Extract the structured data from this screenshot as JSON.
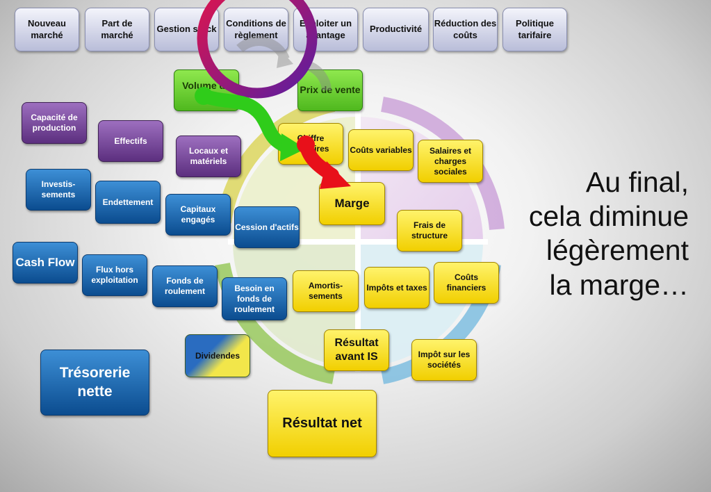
{
  "top_tabs": [
    {
      "label": "Nouveau marché"
    },
    {
      "label": "Part de marché"
    },
    {
      "label": "Gestion stock"
    },
    {
      "label": "Conditions de règlement"
    },
    {
      "label": "Exploiter un avantage"
    },
    {
      "label": "Productivité"
    },
    {
      "label": "Réduction des coûts"
    },
    {
      "label": "Politique tarifaire"
    }
  ],
  "green_boxes": {
    "volume": "Volume de",
    "prix": "Prix de vente"
  },
  "purple_boxes": {
    "capacite": "Capacité de production",
    "effectifs": "Effectifs",
    "locaux": "Locaux et matériels"
  },
  "blue_boxes": {
    "investissements": "Investis-sements",
    "endettement": "Endettement",
    "capitaux": "Capitaux engagés",
    "cession": "Cession d'actifs",
    "cash_flow": "Cash Flow",
    "flux": "Flux hors exploitation",
    "fonds": "Fonds de roulement",
    "besoin": "Besoin en fonds de roulement",
    "tresorerie": "Trésorerie nette"
  },
  "yellow_boxes": {
    "chiffre": "Chiffre d'affaires",
    "couts_variables": "Coûts variables",
    "salaires": "Salaires et charges sociales",
    "marge": "Marge",
    "frais": "Frais de structure",
    "amortissements": "Amortis-sements",
    "impots_taxes": "Impôts et taxes",
    "couts_financiers": "Coûts financiers",
    "resultat_avant_is": "Résultat avant IS",
    "impot_societes": "Impôt sur les sociétés",
    "resultat_net": "Résultat net"
  },
  "mixed_boxes": {
    "dividendes": "Dividendes"
  },
  "conclusion": {
    "line1": "Au final,",
    "line2": "cela diminue",
    "line3": "légèrement",
    "line4": "la marge…"
  },
  "colors": {
    "ring": "#8e1e8c",
    "arrow_green": "#2fcc1a",
    "arrow_red": "#e8101a",
    "purple_box": "#6a3a8e",
    "blue_box": "#1565b0",
    "yellow_box": "#f8e21a",
    "green_box": "#6ad236"
  }
}
